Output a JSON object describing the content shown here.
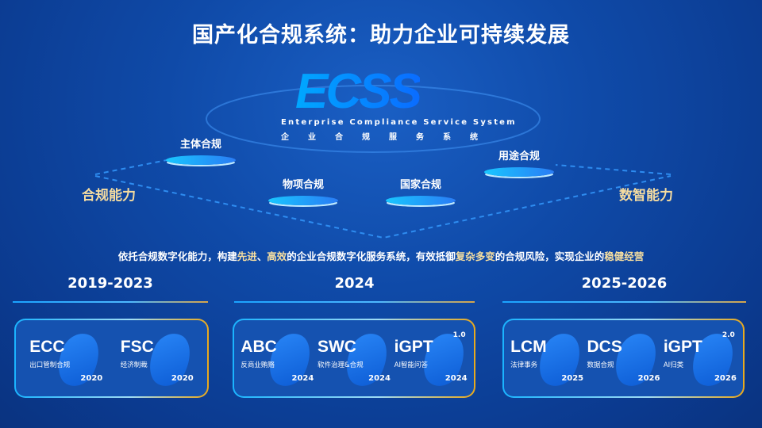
{
  "title": "国产化合规系统：助力企业可持续发展",
  "logo": {
    "text": "ECSS",
    "en": "Enterprise Compliance Service System",
    "cn": [
      "企",
      "业",
      "合",
      "规",
      "服",
      "务",
      "系",
      "统"
    ]
  },
  "side_left": "合规能力",
  "side_right": "数智能力",
  "platforms": [
    "主体合规",
    "物项合规",
    "国家合规",
    "用途合规"
  ],
  "description": {
    "p1": "依托合规数字化能力，构建",
    "h1": "先进",
    "p2": "、",
    "h2": "高效",
    "p3": "的企业合规数字化服务系统，有效抵御",
    "h3": "复杂多变",
    "p4": "的合规风险，实现企业的",
    "h4": "稳健经营"
  },
  "groups": [
    {
      "period": "2019-2023",
      "items": [
        {
          "abbr": "ECC",
          "sub": "出口管制合规",
          "year": "2020"
        },
        {
          "abbr": "FSC",
          "sub": "经济制裁",
          "year": "2020"
        }
      ]
    },
    {
      "period": "2024",
      "items": [
        {
          "abbr": "ABC",
          "sub": "反商业贿赂",
          "year": "2024"
        },
        {
          "abbr": "SWC",
          "sub": "软件治理&合规",
          "year": "2024"
        },
        {
          "abbr": "iGPT",
          "ver": "1.0",
          "sub": "AI智能问答",
          "year": "2024"
        }
      ]
    },
    {
      "period": "2025-2026",
      "items": [
        {
          "abbr": "LCM",
          "sub": "法律事务",
          "year": "2025"
        },
        {
          "abbr": "DCS",
          "sub": "数据合规",
          "year": "2026"
        },
        {
          "abbr": "iGPT",
          "ver": "2.0",
          "sub": "AI归类",
          "year": "2026"
        }
      ]
    }
  ]
}
